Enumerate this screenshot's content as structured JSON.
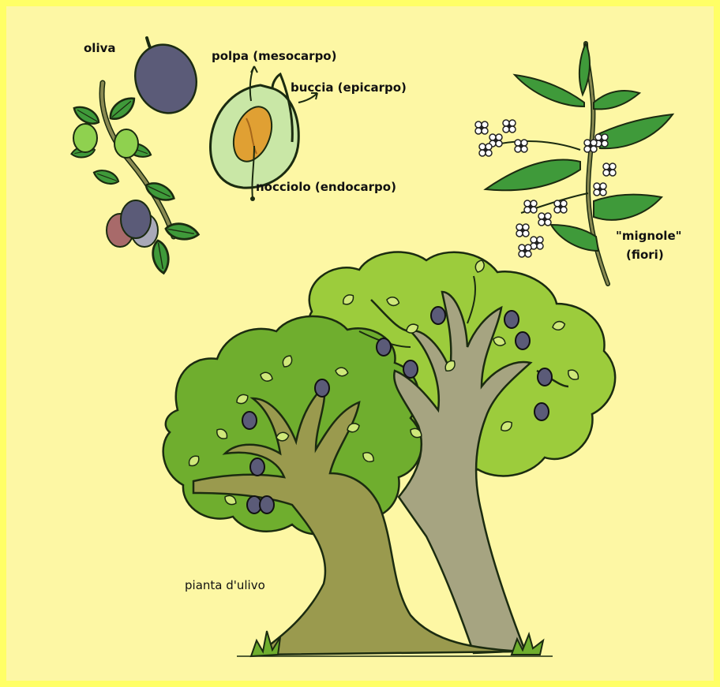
{
  "labels": {
    "olive": "oliva",
    "pulp": "polpa (mesocarpo)",
    "skin": "buccia (epicarpo)",
    "pit": "nocciolo (endocarpo)",
    "flowers_line1": "\"mignole\"",
    "flowers_line2": "(fiori)",
    "tree": "pianta d'ulivo"
  },
  "colors": {
    "frame": "#ffff66",
    "background": "#fdf7a4",
    "canopy_dark": "#6fae2e",
    "canopy_light": "#9ccc3c",
    "trunk_left": "#9a9a4e",
    "trunk_right": "#a6a481",
    "olive_ripe": "#5b5b78",
    "olive_green": "#8fd14f",
    "leaf": "#3f9a3a",
    "pit": "#e0a033",
    "flesh": "#c9e7a6"
  }
}
